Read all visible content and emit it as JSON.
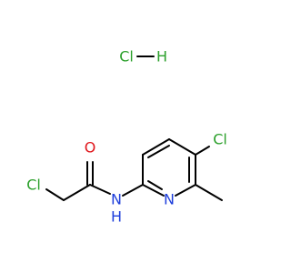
{
  "diagram": {
    "colors": {
      "bond": "#000000",
      "chlorine": "#2ca02c",
      "oxygen": "#e0151b",
      "nitrogen": "#1f3fdb"
    },
    "salt": {
      "cl_label": "Cl",
      "h_label": "H"
    },
    "atoms": {
      "ring_cl": "Cl",
      "amide_o": "O",
      "chloro_cl": "Cl",
      "amide_nh": "N",
      "amide_h": "H",
      "ring_n": "N"
    }
  }
}
